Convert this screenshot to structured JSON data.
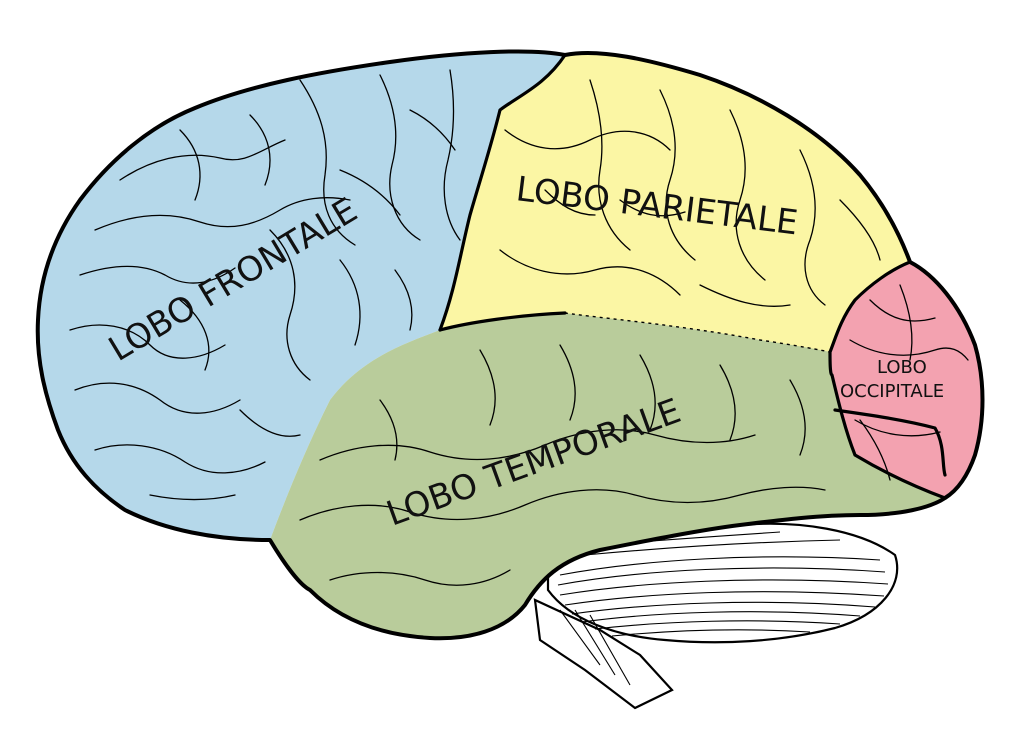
{
  "labels": {
    "frontal": "LOBO FRONTALE",
    "parietal": "LOBO PARIETALE",
    "temporal": "LOBO TEMPORALE",
    "occipital_line1": "LOBO",
    "occipital_line2": "OCCIPITALE"
  },
  "colors": {
    "frontal": "#b5d8ea",
    "parietal": "#fbf6a4",
    "temporal": "#b9cc9b",
    "occipital": "#f3a2b0",
    "cerebellum": "#ffffff",
    "outline": "#000000"
  }
}
